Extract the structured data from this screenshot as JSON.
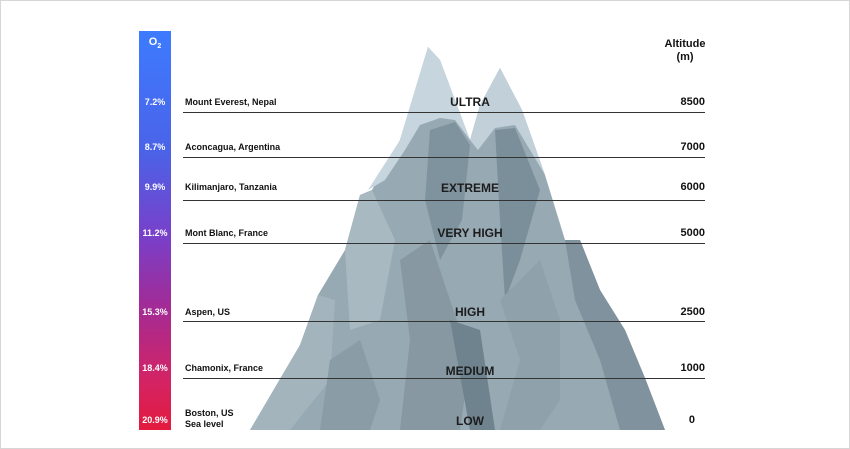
{
  "oxygen_header": {
    "symbol": "O",
    "subscript": "2"
  },
  "altitude_header": {
    "line1": "Altitude",
    "line2": "(m)"
  },
  "rows": [
    {
      "place": "Mount Everest, Nepal",
      "o2": "7.2%",
      "altitude": "8500"
    },
    {
      "place": "Aconcagua, Argentina",
      "o2": "8.7%",
      "altitude": "7000"
    },
    {
      "place": "Kilimanjaro, Tanzania",
      "o2": "9.9%",
      "altitude": "6000"
    },
    {
      "place": "Mont Blanc, France",
      "o2": "11.2%",
      "altitude": "5000"
    },
    {
      "place": "Aspen, US",
      "o2": "15.3%",
      "altitude": "2500"
    },
    {
      "place": "Chamonix, France",
      "o2": "18.4%",
      "altitude": "1000"
    },
    {
      "place": "Boston, US",
      "place_line2": "Sea level",
      "o2": "20.9%",
      "altitude": "0"
    }
  ],
  "levels": [
    "ULTRA",
    "EXTREME",
    "VERY HIGH",
    "HIGH",
    "MEDIUM",
    "LOW"
  ],
  "colors": {
    "o2_top": "#3d7bff",
    "o2_bottom": "#e31a3e",
    "snow": "#c9d7de",
    "rock": "#8da0aa"
  }
}
